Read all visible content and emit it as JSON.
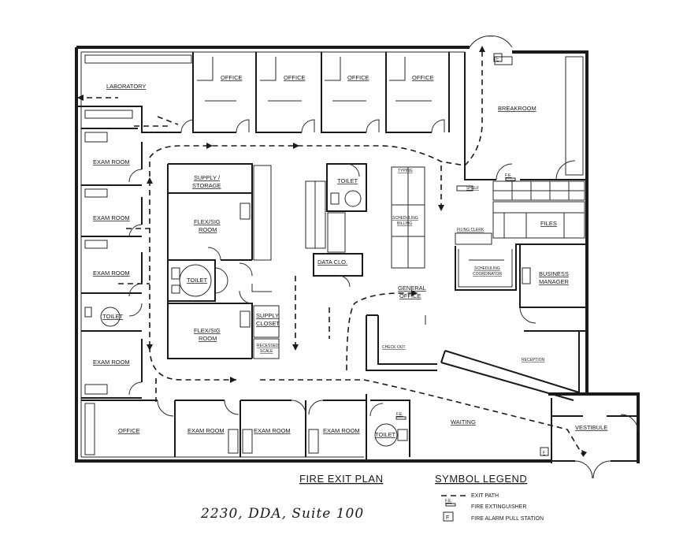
{
  "rooms": {
    "laboratory": "LABORATORY",
    "office_1": "OFFICE",
    "office_2": "OFFICE",
    "office_3": "OFFICE",
    "office_4": "OFFICE",
    "breakroom": "BREAKROOM",
    "exam_1": "EXAM ROOM",
    "exam_2": "EXAM ROOM",
    "exam_3": "EXAM ROOM",
    "exam_4": "EXAM ROOM",
    "exam_5": "EXAM ROOM",
    "exam_6": "EXAM ROOM",
    "exam_7": "EXAM ROOM",
    "toilet_left": "TOILET",
    "toilet_center": "TOILET",
    "toilet_top": "TOILET",
    "toilet_bottom": "TOILET",
    "supply_storage_1": "SUPPLY /",
    "supply_storage_2": "STORAGE",
    "flex_top_1": "FLEX/SIG",
    "flex_top_2": "ROOM",
    "flex_bottom_1": "FLEX/SIG",
    "flex_bottom_2": "ROOM",
    "supply_closet_1": "SUPPLY",
    "supply_closet_2": "CLOSET",
    "recessed_scale_1": "RECESSED",
    "recessed_scale_2": "SCALE",
    "data_clo": "DATA CLO.",
    "general_office_1": "GENERAL",
    "general_office_2": "OFFICE",
    "files": "FILES",
    "filing_clerk": "FILING CLERK",
    "shelf": "SHELF",
    "scheduling_coordinator_1": "SCHEDULING",
    "scheduling_coordinator_2": "COORDINATOR",
    "business_manager_1": "BUSINESS",
    "business_manager_2": "MANAGER",
    "check_out": "CHECK OUT",
    "reception": "RECEPTION",
    "waiting": "WAITING",
    "vestibule": "VESTIBULE",
    "office_bottom": "OFFICE",
    "typing": "TYPING",
    "scheduling_billing_1": "SCHEDULING",
    "scheduling_billing_2": "BILLING"
  },
  "markers": {
    "fe_top": "F.E.",
    "fe_bottom": "F.E.",
    "f_top": "F",
    "f_bottom": "F"
  },
  "title": "FIRE EXIT PLAN",
  "legend": {
    "heading": "SYMBOL LEGEND",
    "exit_path": "EXIT PATH",
    "fe_symbol": "F.E.",
    "extinguisher": "FIRE EXTINGUISHER",
    "f_symbol": "F",
    "pull_station": "FIRE ALARM PULL STATION"
  },
  "handwritten_address": "2230, DDA, Suite 100"
}
